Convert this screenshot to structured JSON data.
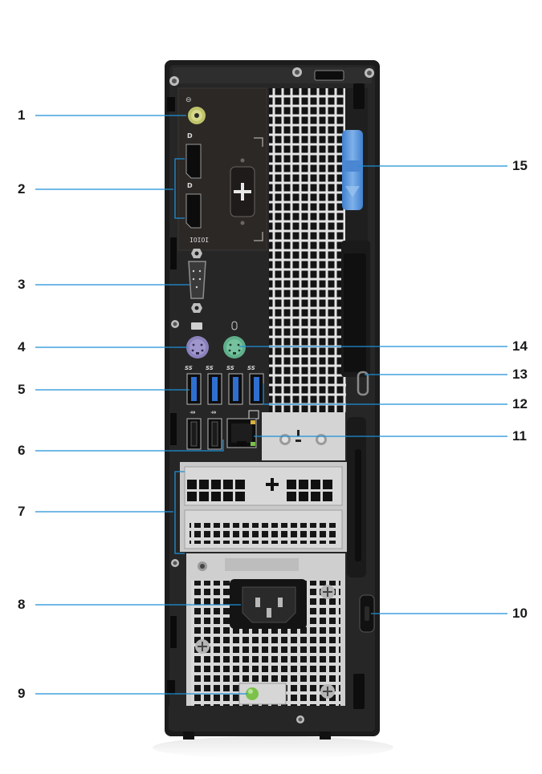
{
  "callouts": [
    {
      "number": "1",
      "part": "Audio line-out port"
    },
    {
      "number": "2",
      "part": "DisplayPort 1.4 ports"
    },
    {
      "number": "3",
      "part": "Serial port"
    },
    {
      "number": "4",
      "part": "PS/2 keyboard port"
    },
    {
      "number": "5",
      "part": "USB 3.2 Gen 1 ports"
    },
    {
      "number": "6",
      "part": "USB 2.0 ports"
    },
    {
      "number": "7",
      "part": "Expansion card slots"
    },
    {
      "number": "8",
      "part": "Power connector port"
    },
    {
      "number": "9",
      "part": "Power supply diagnostic light"
    },
    {
      "number": "10",
      "part": "Kensington security cable slot"
    },
    {
      "number": "11",
      "part": "RJ-45 network port"
    },
    {
      "number": "12",
      "part": "USB 3.2 Gen 1 port"
    },
    {
      "number": "13",
      "part": "Padlock ring"
    },
    {
      "number": "14",
      "part": "PS/2 mouse port"
    },
    {
      "number": "15",
      "part": "Release latch"
    }
  ],
  "port_labels": {
    "serial": "IOIOI",
    "usb_ss": "SS",
    "display": "D"
  },
  "colors": {
    "leader_line": "#1e8fd6",
    "chassis": "#1f1f1f",
    "io_panel": "#2b2826",
    "vent_plate": "#d6d6d6",
    "ps2_keyboard": "#8a80b8",
    "ps2_mouse": "#5fb08a",
    "usb3": "#2f6fd0",
    "latch": "#5b93d6",
    "power_led": "#7cc24a"
  }
}
